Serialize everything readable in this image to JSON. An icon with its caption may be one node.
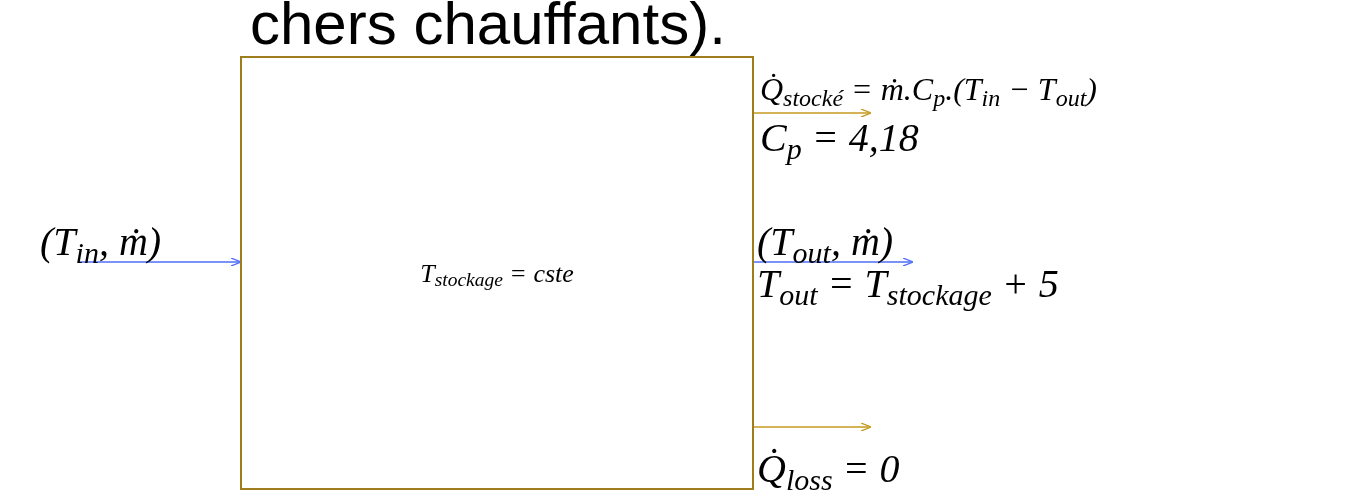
{
  "diagram": {
    "nodes": [
      {
        "text": [
          "T$_{stockage}$ = cste"
        ]
      },
      {
        "text": [
          "(T$_{in}$, ṁ)"
        ]
      },
      {
        "text": [
          "Q̇$_{stocké}$ = ṁ.C$_{p}$.(T$_{in}$ − T$_{out}$)"
        ]
      },
      {
        "text": [
          "(T$_{out}$, ṁ)"
        ]
      },
      {
        "text": [
          "Q̇$_{loss}$ = 0"
        ]
      }
    ],
    "edges": [
      {
        "from": 1,
        "to": 0,
        "arrow": "to",
        "color": "#4f6ef7"
      },
      {
        "from": 0,
        "to": 2,
        "arrow": "to",
        "color": "#c59a1c"
      },
      {
        "from": 0,
        "to": 3,
        "arrow": "to",
        "color": "#4f6ef7"
      },
      {
        "from": 0,
        "to": 4,
        "arrow": "to",
        "color": "#c59a1c"
      }
    ],
    "labels": [
      "chers chauffants).",
      "C$_{p}$ = 4,18",
      "T$_{out}$ = T$_{stockage}$ + 5"
    ]
  }
}
